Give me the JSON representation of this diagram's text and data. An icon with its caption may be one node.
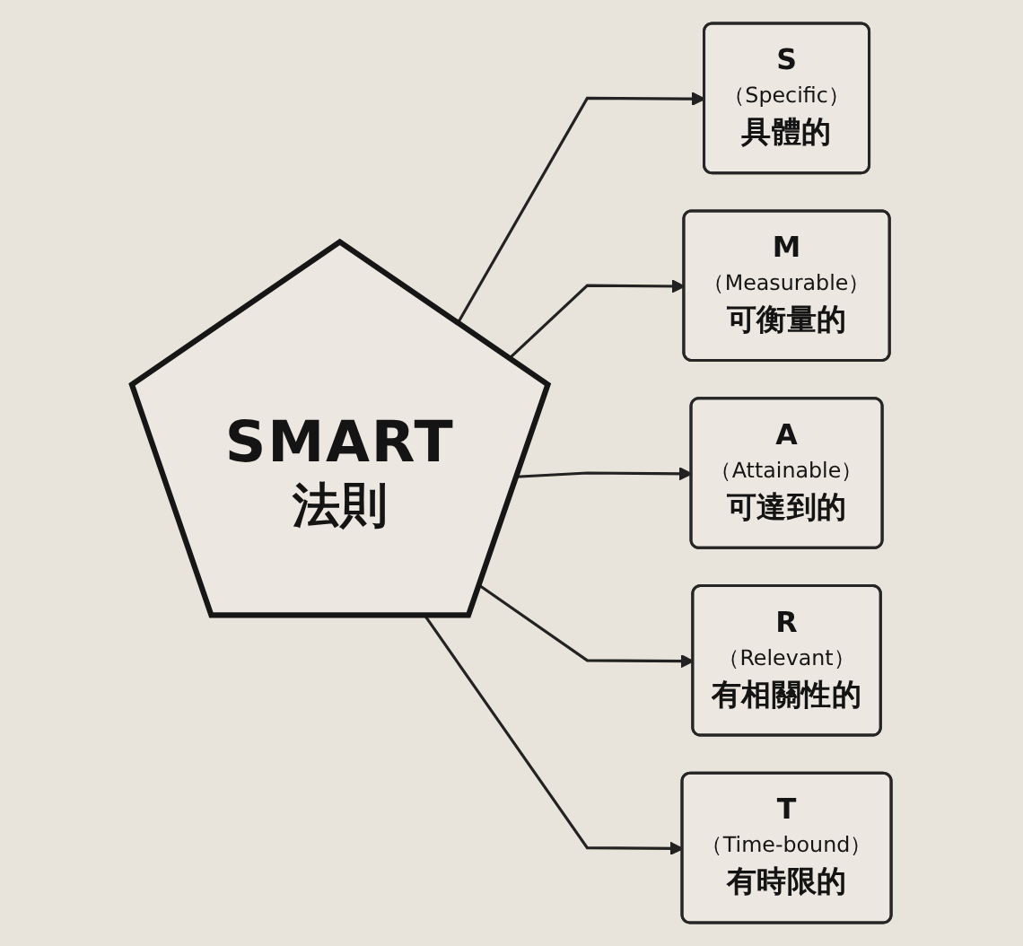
{
  "diagram": {
    "nodes": [
      {
        "text": [
          "T",
          "（Time-bound）",
          "有時限的"
        ]
      },
      {
        "text": [
          "S",
          "（Specific）",
          "具體的"
        ]
      },
      {
        "text": [
          "SMART",
          "法則"
        ]
      },
      {
        "text": [
          "R",
          "（Relevant）",
          "有相關性的"
        ]
      },
      {
        "text": [
          "M",
          "（Measurable）",
          "可衡量的"
        ]
      },
      {
        "text": [
          "A",
          "（Attainable）",
          "可達到的"
        ]
      }
    ],
    "edges": [
      {
        "from": 2,
        "to": 1,
        "arrow": "to"
      },
      {
        "from": 2,
        "to": 4,
        "arrow": "to"
      },
      {
        "from": 2,
        "to": 5,
        "arrow": "to"
      },
      {
        "from": 2,
        "to": 3,
        "arrow": "to"
      },
      {
        "from": 2,
        "to": 0,
        "arrow": "to"
      }
    ]
  }
}
